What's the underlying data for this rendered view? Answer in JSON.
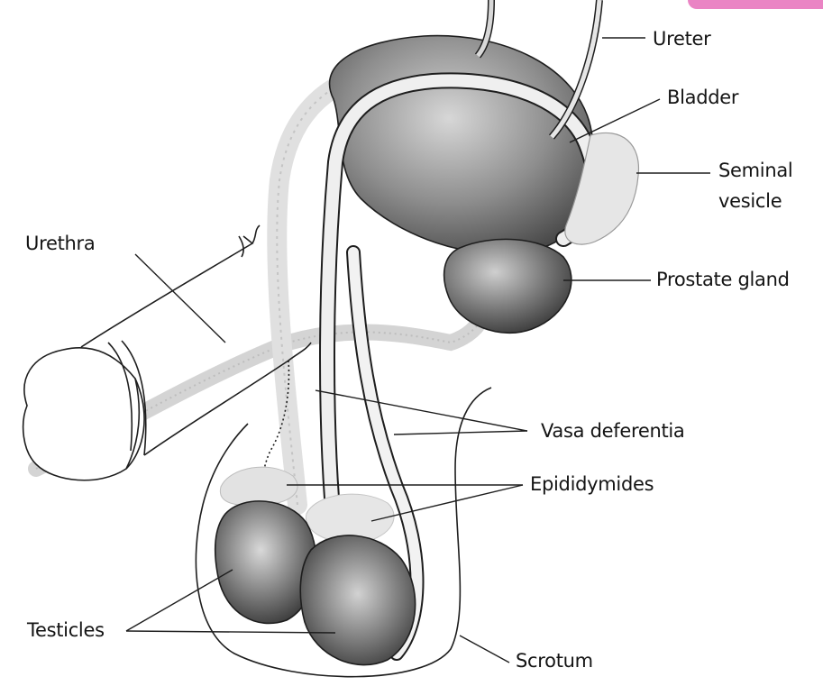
{
  "labels": {
    "ureter": "Ureter",
    "bladder": "Bladder",
    "seminal_vesicle_line1": "Seminal",
    "seminal_vesicle_line2": "vesicle",
    "prostate_gland": "Prostate gland",
    "urethra": "Urethra",
    "vasa_deferentia": "Vasa deferentia",
    "epididymides": "Epididymides",
    "testicles": "Testicles",
    "scrotum": "Scrotum"
  },
  "colors": {
    "outline": "#1e1e1e",
    "duct_fill": "#e4e4e4",
    "organ_dark": "#4a4a4a",
    "organ_light": "#cfcfcf",
    "corner_tab": "#ea84c4"
  }
}
